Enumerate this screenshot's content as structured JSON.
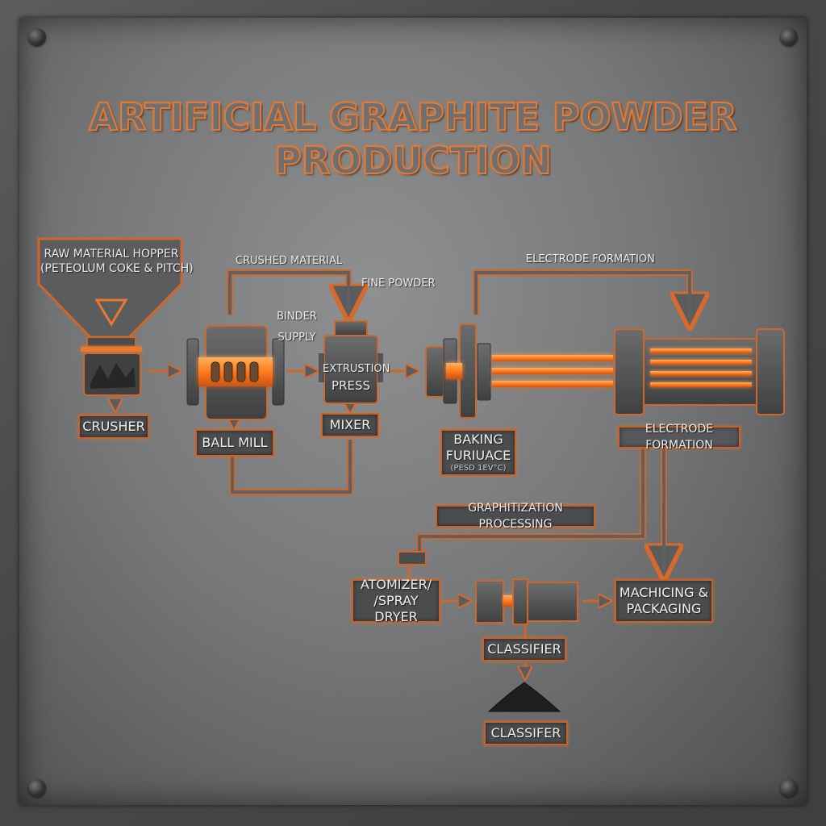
{
  "title": "ARTIFICIAL GRAPHITE POWDER PRODUCTION",
  "colors": {
    "accent": "#e8792f",
    "glow": "#ff8a2a",
    "panel": "#77797a",
    "box": "#4a4c4e"
  },
  "nodes": {
    "hopper_line1": "RAW MATERIAL HOPPER",
    "hopper_line2": "(PETEOLUM COKE & PITCH)",
    "crusher": "CRUSHER",
    "ball_mill": "BALL MILL",
    "extrusion_line1": "EXTRUSTION",
    "extrusion_line2": "PRESS",
    "mixer": "MIXER",
    "baking_line1": "BAKING",
    "baking_line2": "FURIUACE",
    "baking_line3": "(PESD 1EV°C)",
    "electrode_formation_box": "ELECTRODE FORMATION",
    "graphitization": "GRAPHITIZATION PROCESSING",
    "atomizer_line1": "ATOMIZER/",
    "atomizer_line2": "/SPRAY DRYER",
    "classifier_upper": "CLASSIFIER",
    "machining_line1": "MACHICING &",
    "machining_line2": "PACKAGING",
    "classifier_lower": "CLASSIFER"
  },
  "flow_labels": {
    "crushed_material": "CRUSHED MATERIAL",
    "fine_powder": "FINE POWDER",
    "binder_line1": "BINDER",
    "binder_line2": "SUPPLY",
    "electrode_formation_top": "ELECTRODE FORMATION"
  }
}
